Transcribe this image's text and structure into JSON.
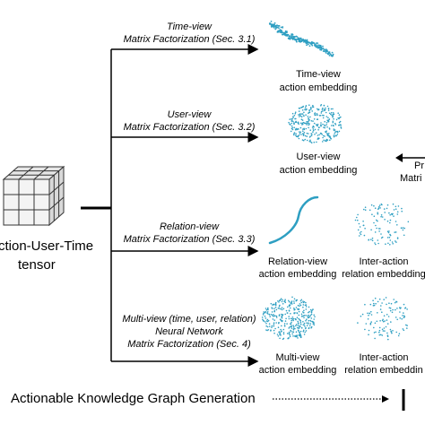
{
  "tensor": {
    "label_line1": "ction-User-Time",
    "label_line2": "tensor"
  },
  "branches": [
    {
      "method_line1": "Time-view",
      "method_line2": "Matrix Factorization (Sec. 3.1)",
      "output_caption_line1": "Time-view",
      "output_caption_line2": "action embedding"
    },
    {
      "method_line1": "User-view",
      "method_line2": "Matrix Factorization (Sec. 3.2)",
      "output_caption_line1": "User-view",
      "output_caption_line2": "action embedding"
    },
    {
      "method_line1": "Relation-view",
      "method_line2": "Matrix Factorization (Sec. 3.3)",
      "output_caption_line1": "Relation-view",
      "output_caption_line2": "action embedding",
      "extra_caption_line1": "Inter-action",
      "extra_caption_line2": "relation embedding"
    },
    {
      "method_line1": "Multi-view (time, user, relation)",
      "method_line2": "Neural Network",
      "method_line3": "Matrix Factorization (Sec. 4)",
      "output_caption_line1": "Multi-view",
      "output_caption_line2": "action embedding",
      "extra_caption_line1": "Inter-action",
      "extra_caption_line2": "relation embeddin"
    }
  ],
  "right_edge": {
    "line1": "Pr",
    "line2": "Matri"
  },
  "footer": {
    "title": "Actionable Knowledge Graph Generation"
  },
  "colors": {
    "embedding_blue": "#2e9fc2",
    "line": "#000000",
    "cube_edge": "#333333",
    "cube_face": "#f2f2f2"
  }
}
